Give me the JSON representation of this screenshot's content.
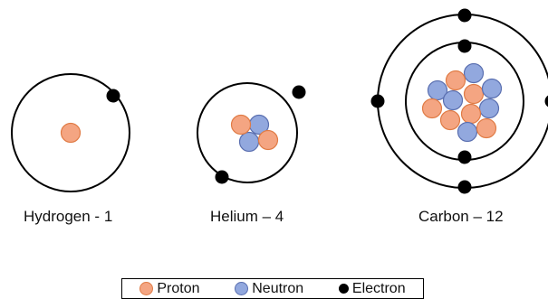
{
  "colors": {
    "proton_fill": "#f4a582",
    "proton_stroke": "#e07b45",
    "neutron_fill": "#92a8de",
    "neutron_stroke": "#5a6fb0",
    "electron": "#000000",
    "orbit": "#000000"
  },
  "atoms": [
    {
      "caption": "Hydrogen - 1",
      "protons": 1,
      "neutrons": 0,
      "electrons": 1
    },
    {
      "caption": "Helium – 4",
      "protons": 2,
      "neutrons": 2,
      "electrons": 2
    },
    {
      "caption": "Carbon – 12",
      "protons": 6,
      "neutrons": 6,
      "electrons": 6
    }
  ],
  "legend": {
    "proton": "Proton",
    "neutron": "Neutron",
    "electron": "Electron"
  }
}
